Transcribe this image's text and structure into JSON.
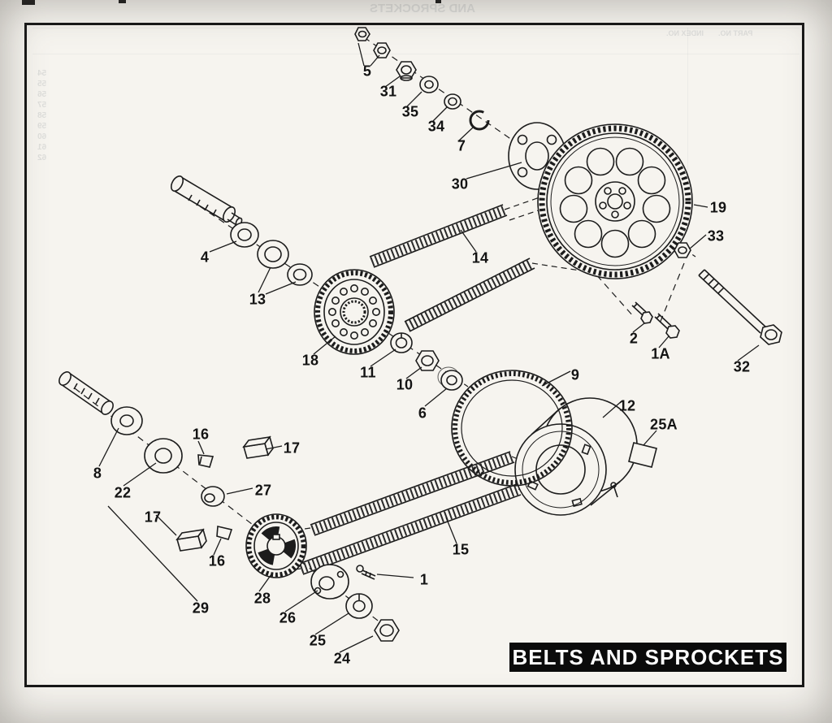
{
  "title_bar": {
    "label": "BELTS AND SPROCKETS"
  },
  "callouts": [
    {
      "label": "5"
    },
    {
      "label": "31"
    },
    {
      "label": "35"
    },
    {
      "label": "34"
    },
    {
      "label": "7"
    },
    {
      "label": "30"
    },
    {
      "label": "19"
    },
    {
      "label": "33"
    },
    {
      "label": "14"
    },
    {
      "label": "4"
    },
    {
      "label": "13"
    },
    {
      "label": "18"
    },
    {
      "label": "11"
    },
    {
      "label": "10"
    },
    {
      "label": "6"
    },
    {
      "label": "2"
    },
    {
      "label": "1A"
    },
    {
      "label": "32"
    },
    {
      "label": "9"
    },
    {
      "label": "12"
    },
    {
      "label": "25A"
    },
    {
      "label": "8"
    },
    {
      "label": "22"
    },
    {
      "label": "16"
    },
    {
      "label": "17"
    },
    {
      "label": "27"
    },
    {
      "label": "17"
    },
    {
      "label": "16"
    },
    {
      "label": "28"
    },
    {
      "label": "29"
    },
    {
      "label": "26"
    },
    {
      "label": "25"
    },
    {
      "label": "24"
    },
    {
      "label": "1"
    },
    {
      "label": "15"
    }
  ],
  "bleedthrough": {
    "top_header": "AND SPROCKETS",
    "index_col": "INDEX NO.",
    "part_col": "PART NO.",
    "left_numbers": "54\n55\n56\n57\n58\n59\n60\n61\n62"
  }
}
